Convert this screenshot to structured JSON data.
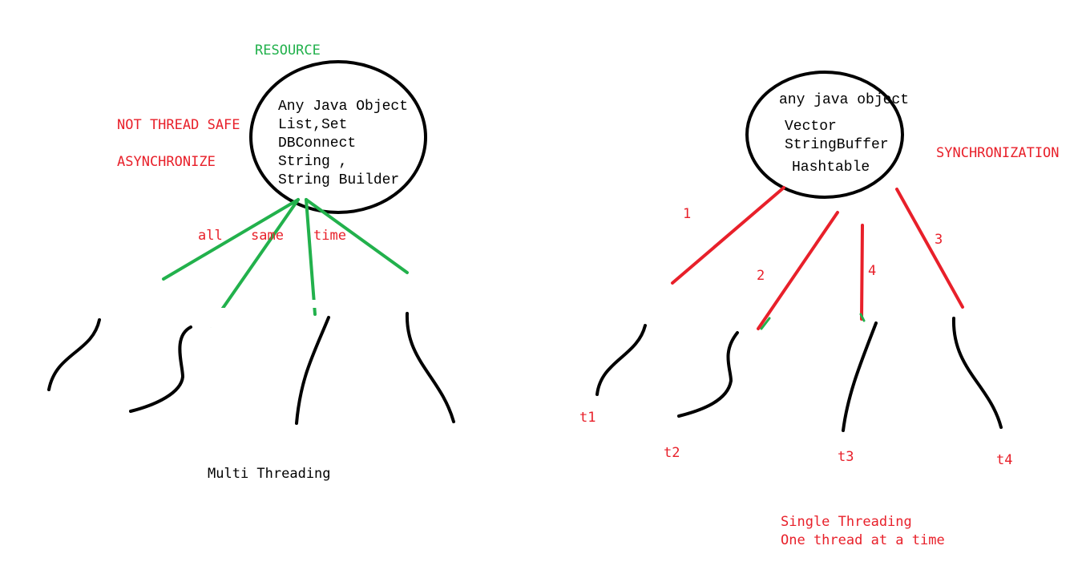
{
  "colors": {
    "red": "#e8202a",
    "green": "#22b14c",
    "black": "#000000",
    "background": "#ffffff"
  },
  "left": {
    "resource_label": "RESOURCE",
    "not_thread_safe": "NOT THREAD SAFE",
    "asynchronize": "ASYNCHRONIZE",
    "object_lines": [
      "Any Java Object",
      "List,Set",
      "DBConnect",
      "String ,",
      "String Builder"
    ],
    "access_words": [
      "all",
      "same",
      "time"
    ],
    "caption": "Multi Threading"
  },
  "right": {
    "object_lines": [
      "any java object",
      "Vector",
      "StringBuffer",
      "Hashtable"
    ],
    "synchronization": "SYNCHRONIZATION",
    "order_numbers": [
      "1",
      "2",
      "4",
      "3"
    ],
    "threads": [
      "t1",
      "t2",
      "t3",
      "t4"
    ],
    "caption_line1": "Single Threading",
    "caption_line2": "One thread at a time"
  }
}
